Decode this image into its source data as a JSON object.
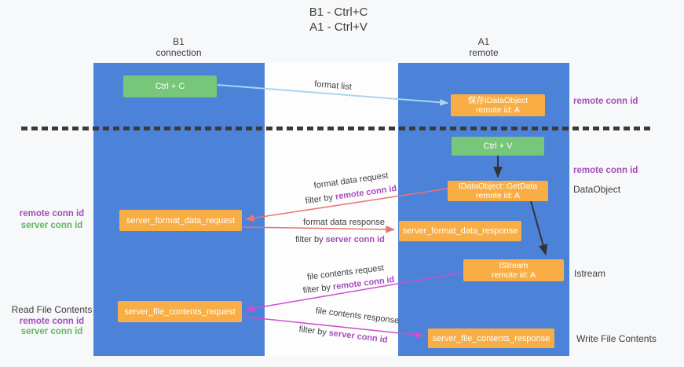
{
  "title": {
    "line1": "B1 - Ctrl+C",
    "line2": "A1 - Ctrl+V"
  },
  "lanes": {
    "left": {
      "title": "B1",
      "subtitle": "connection"
    },
    "right": {
      "title": "A1",
      "subtitle": "remote"
    }
  },
  "boxes": {
    "ctrl_c": {
      "label": "Ctrl + C"
    },
    "ctrl_v": {
      "label": "Ctrl + V"
    },
    "save_dataobject": {
      "line1": "保存IDataObject",
      "line2": "remote id: A"
    },
    "getdata": {
      "line1": "IDataObject::GetData",
      "line2": "remote id: A"
    },
    "format_request": {
      "label": "server_format_data_request"
    },
    "format_response": {
      "label": "server_format_data_response"
    },
    "istream": {
      "line1": "IStream",
      "line2": "remote id: A"
    },
    "file_request": {
      "label": "server_file_contents_request"
    },
    "file_response": {
      "label": "server_file_contents_response"
    }
  },
  "arrows": {
    "format_list": {
      "label": "format list"
    },
    "format_data_request": {
      "label": "format data request",
      "filter_prefix": "filter by ",
      "filter_id": "remote conn id"
    },
    "format_data_response": {
      "label": "format data response",
      "filter_prefix": "filter by ",
      "filter_id": "server conn id"
    },
    "file_contents_request": {
      "label": "file contents request",
      "filter_prefix": "filter by ",
      "filter_id": "remote conn id"
    },
    "file_contents_response": {
      "label": "file contents response",
      "filter_prefix": "filter by ",
      "filter_id": "server conn id"
    }
  },
  "annotations": {
    "right_top_conn": "remote conn id",
    "right_mid_conn": "remote conn id",
    "dataobject": "DataObject",
    "istream": "Istream",
    "write_file": "Write File Contents",
    "left_top": {
      "remote": "remote conn id",
      "server": "server conn id"
    },
    "read_file": "Read File Contents",
    "left_bottom": {
      "remote": "remote conn id",
      "server": "server conn id"
    }
  },
  "colors": {
    "lane_blue": "#4c82d8",
    "box_green": "#77c679",
    "box_orange": "#f9ae45",
    "purple_text": "#a64cba",
    "green_text": "#5db75d",
    "arrow_red": "#e87474",
    "arrow_magenta": "#ce50ce",
    "arrow_lightblue": "#a9d5f0",
    "arrow_black": "#333333"
  }
}
